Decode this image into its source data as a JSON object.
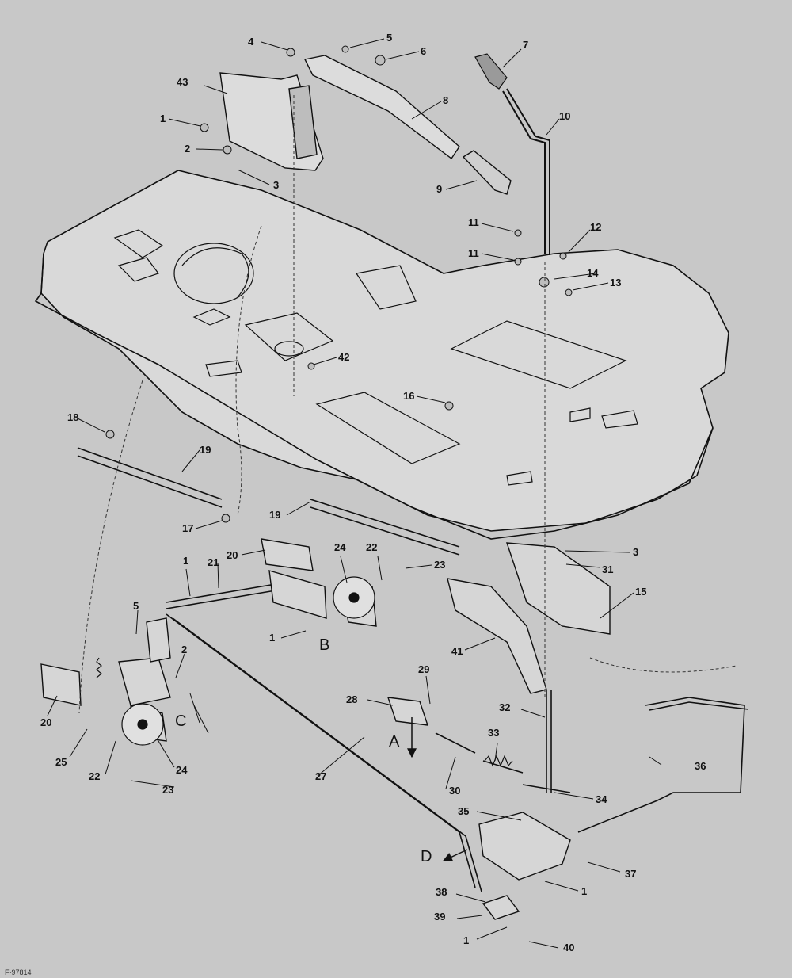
{
  "diagram": {
    "callouts": [
      "4",
      "5",
      "6",
      "7",
      "43",
      "1",
      "2",
      "3",
      "8",
      "10",
      "9",
      "11",
      "12",
      "11",
      "14",
      "13",
      "42",
      "16",
      "18",
      "19",
      "17",
      "19",
      "20",
      "21",
      "24",
      "22",
      "23",
      "1",
      "5",
      "1",
      "2",
      "20",
      "25",
      "22",
      "24",
      "23",
      "27",
      "28",
      "29",
      "30",
      "33",
      "32",
      "3",
      "31",
      "15",
      "41",
      "34",
      "35",
      "36",
      "37",
      "38",
      "39",
      "1",
      "1",
      "40"
    ],
    "view_letters": [
      "B",
      "C",
      "A",
      "D"
    ],
    "footer": "F-97814"
  },
  "colors": {
    "background": "#c8c8c8",
    "line": "#111111",
    "part_fill": "#d8d8d8"
  }
}
